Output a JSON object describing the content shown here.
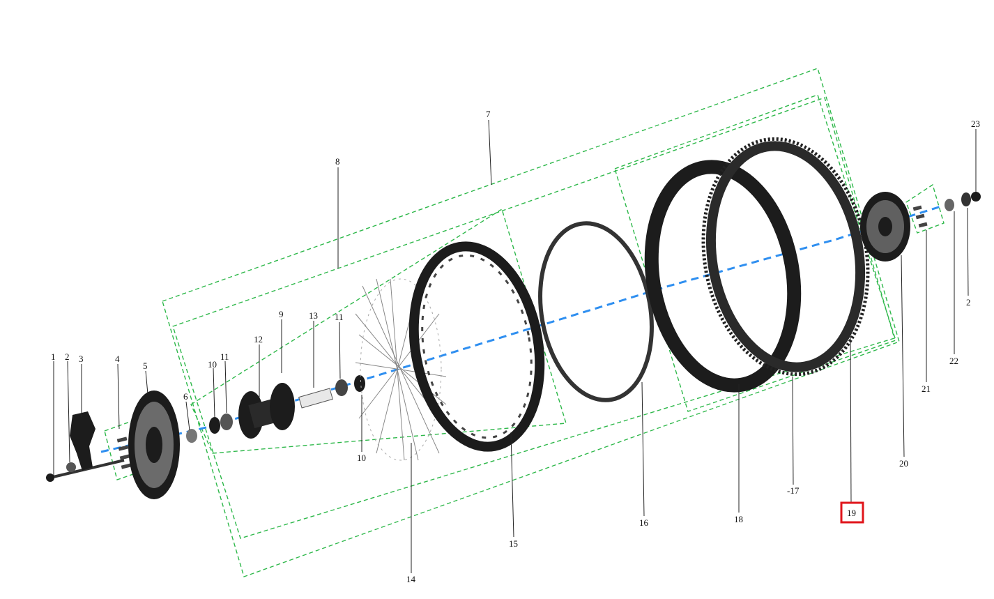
{
  "diagram": {
    "callouts": [
      {
        "id": "c1",
        "text": "1"
      },
      {
        "id": "c2a",
        "text": "2"
      },
      {
        "id": "c3",
        "text": "3"
      },
      {
        "id": "c4",
        "text": "4"
      },
      {
        "id": "c5",
        "text": "5"
      },
      {
        "id": "c6",
        "text": "6"
      },
      {
        "id": "c7",
        "text": "7"
      },
      {
        "id": "c8",
        "text": "8"
      },
      {
        "id": "c9",
        "text": "9"
      },
      {
        "id": "c10a",
        "text": "10"
      },
      {
        "id": "c10b",
        "text": "10"
      },
      {
        "id": "c11a",
        "text": "11"
      },
      {
        "id": "c11b",
        "text": "11"
      },
      {
        "id": "c12",
        "text": "12"
      },
      {
        "id": "c13",
        "text": "13"
      },
      {
        "id": "c14",
        "text": "14"
      },
      {
        "id": "c15",
        "text": "15"
      },
      {
        "id": "c16",
        "text": "16"
      },
      {
        "id": "c17",
        "text": "-17"
      },
      {
        "id": "c18",
        "text": "18"
      },
      {
        "id": "c19",
        "text": "19"
      },
      {
        "id": "c20",
        "text": "20"
      },
      {
        "id": "c21",
        "text": "21"
      },
      {
        "id": "c22",
        "text": "22"
      },
      {
        "id": "c2b",
        "text": "2"
      },
      {
        "id": "c23",
        "text": "23"
      }
    ],
    "highlighted_callout": "19",
    "colors": {
      "group_outline": "#2eb84a",
      "axis_line": "#2f8ff0",
      "highlight": "#e0151b",
      "parts": "#1c1c1c"
    }
  }
}
